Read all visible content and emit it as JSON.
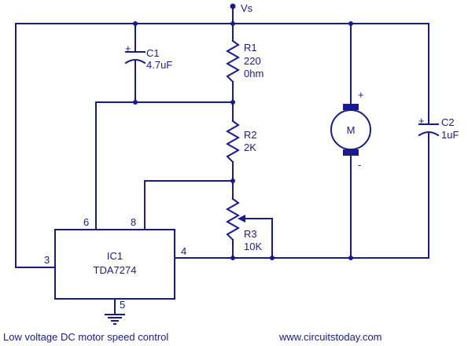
{
  "supply": {
    "label": "Vs"
  },
  "components": {
    "c1": {
      "ref": "C1",
      "value": "4.7uF"
    },
    "c2": {
      "ref": "C2",
      "value": "1uF"
    },
    "r1": {
      "ref": "R1",
      "value_line1": "220",
      "value_line2": "0hm"
    },
    "r2": {
      "ref": "R2",
      "value": "2K"
    },
    "r3": {
      "ref": "R3",
      "value": "10K"
    },
    "ic1": {
      "ref": "IC1",
      "part": "TDA7274"
    },
    "motor": {
      "symbol": "M",
      "plus": "+",
      "minus": "-"
    }
  },
  "pins": {
    "p3": "3",
    "p4": "4",
    "p5": "5",
    "p6": "6",
    "p8": "8"
  },
  "polarity": {
    "c1_plus": "+",
    "c2_plus": "+"
  },
  "footer": {
    "caption": "Low voltage DC motor speed control",
    "website": "www.circuitstoday.com"
  },
  "colors": {
    "wire": "#1a1a8c",
    "background": "#ffffff"
  }
}
